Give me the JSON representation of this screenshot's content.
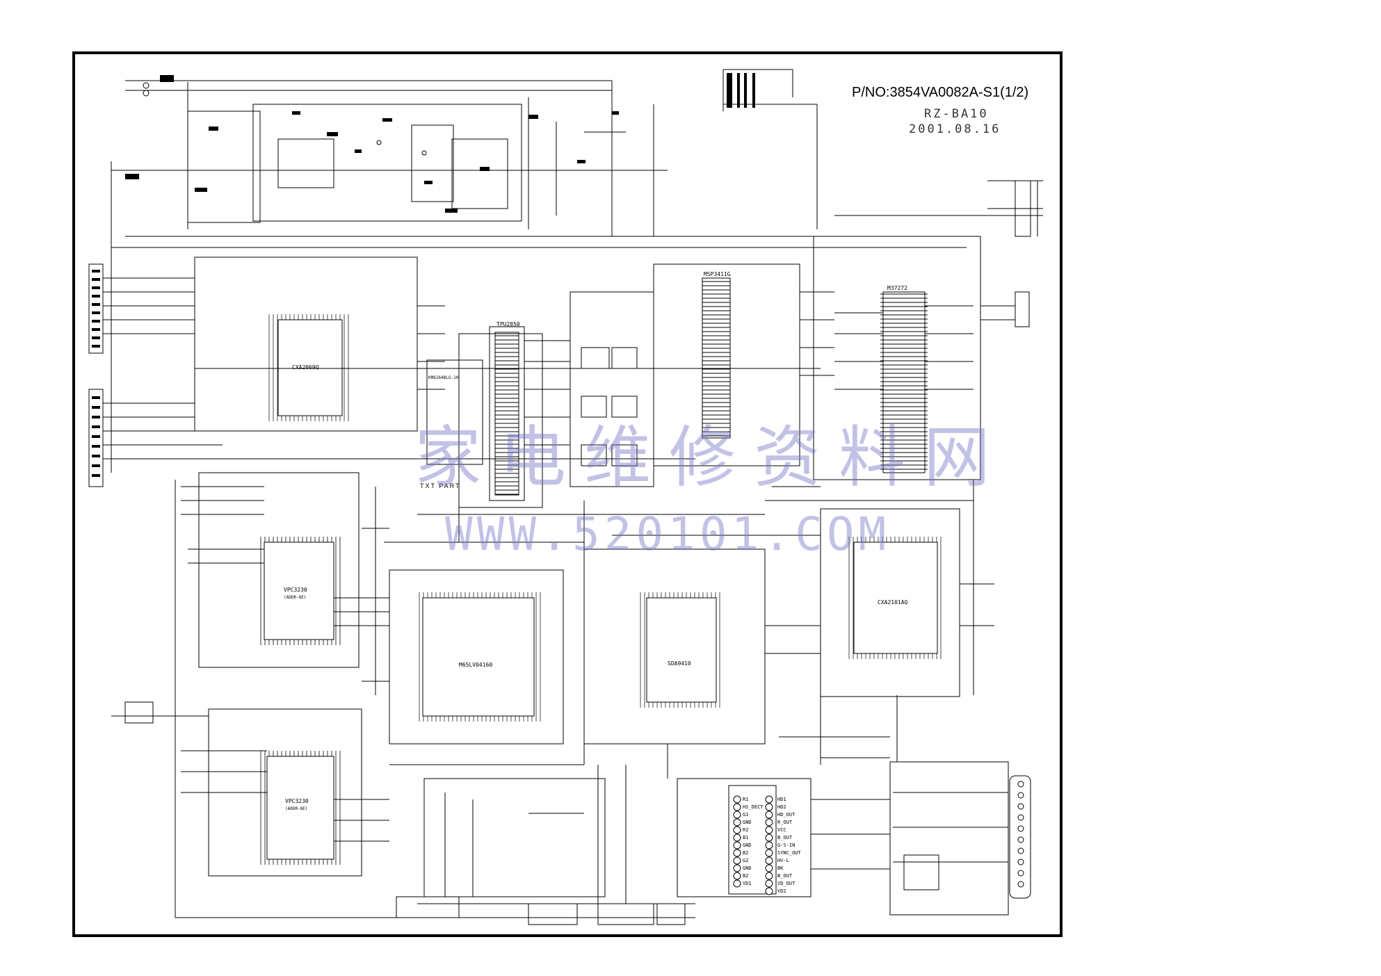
{
  "title_block": {
    "part_number": "P/NO:3854VA0082A-S1(1/2)",
    "model": "RZ-BA10",
    "date": "2001.08.16"
  },
  "section_labels": {
    "txt_part": "TXT PART"
  },
  "ic_labels": {
    "u_topleft": "CXA2069Q",
    "u_txt": "TPU2850",
    "u_txt_side": "KM6264BLG-10",
    "u_mcu": "MSP3411G",
    "u_right": "M37272",
    "u_vpc_top": "VPC3230",
    "u_vpc_top_sub": "(ADDR-8E)",
    "u_vpc_bottom": "VPC3230",
    "u_vpc_bottom_sub": "(ADDR-8E)",
    "u_center": "M65LV04160",
    "u_sda": "SDA9410",
    "u_cxa_right": "CXA2101AQ"
  },
  "vga_buffer_pins": {
    "left": [
      "R1",
      "HS_DECT",
      "G1",
      "GND",
      "R2",
      "B1",
      "GND",
      "B2",
      "G2",
      "GND",
      "B2",
      "VD1"
    ],
    "right": [
      "HD1",
      "HD2",
      "HD_OUT",
      "R_OUT",
      "VCC",
      "B_OUT",
      "G-S-IN",
      "SYNC_OUT",
      "HV-L",
      "BK",
      "B_OUT",
      "VD_OUT",
      "VD2"
    ]
  },
  "watermark": {
    "chinese": "家电维修资料网",
    "url": "WWW.520101.COM"
  },
  "colors": {
    "line": "#000000",
    "watermark": "#7878c8"
  }
}
